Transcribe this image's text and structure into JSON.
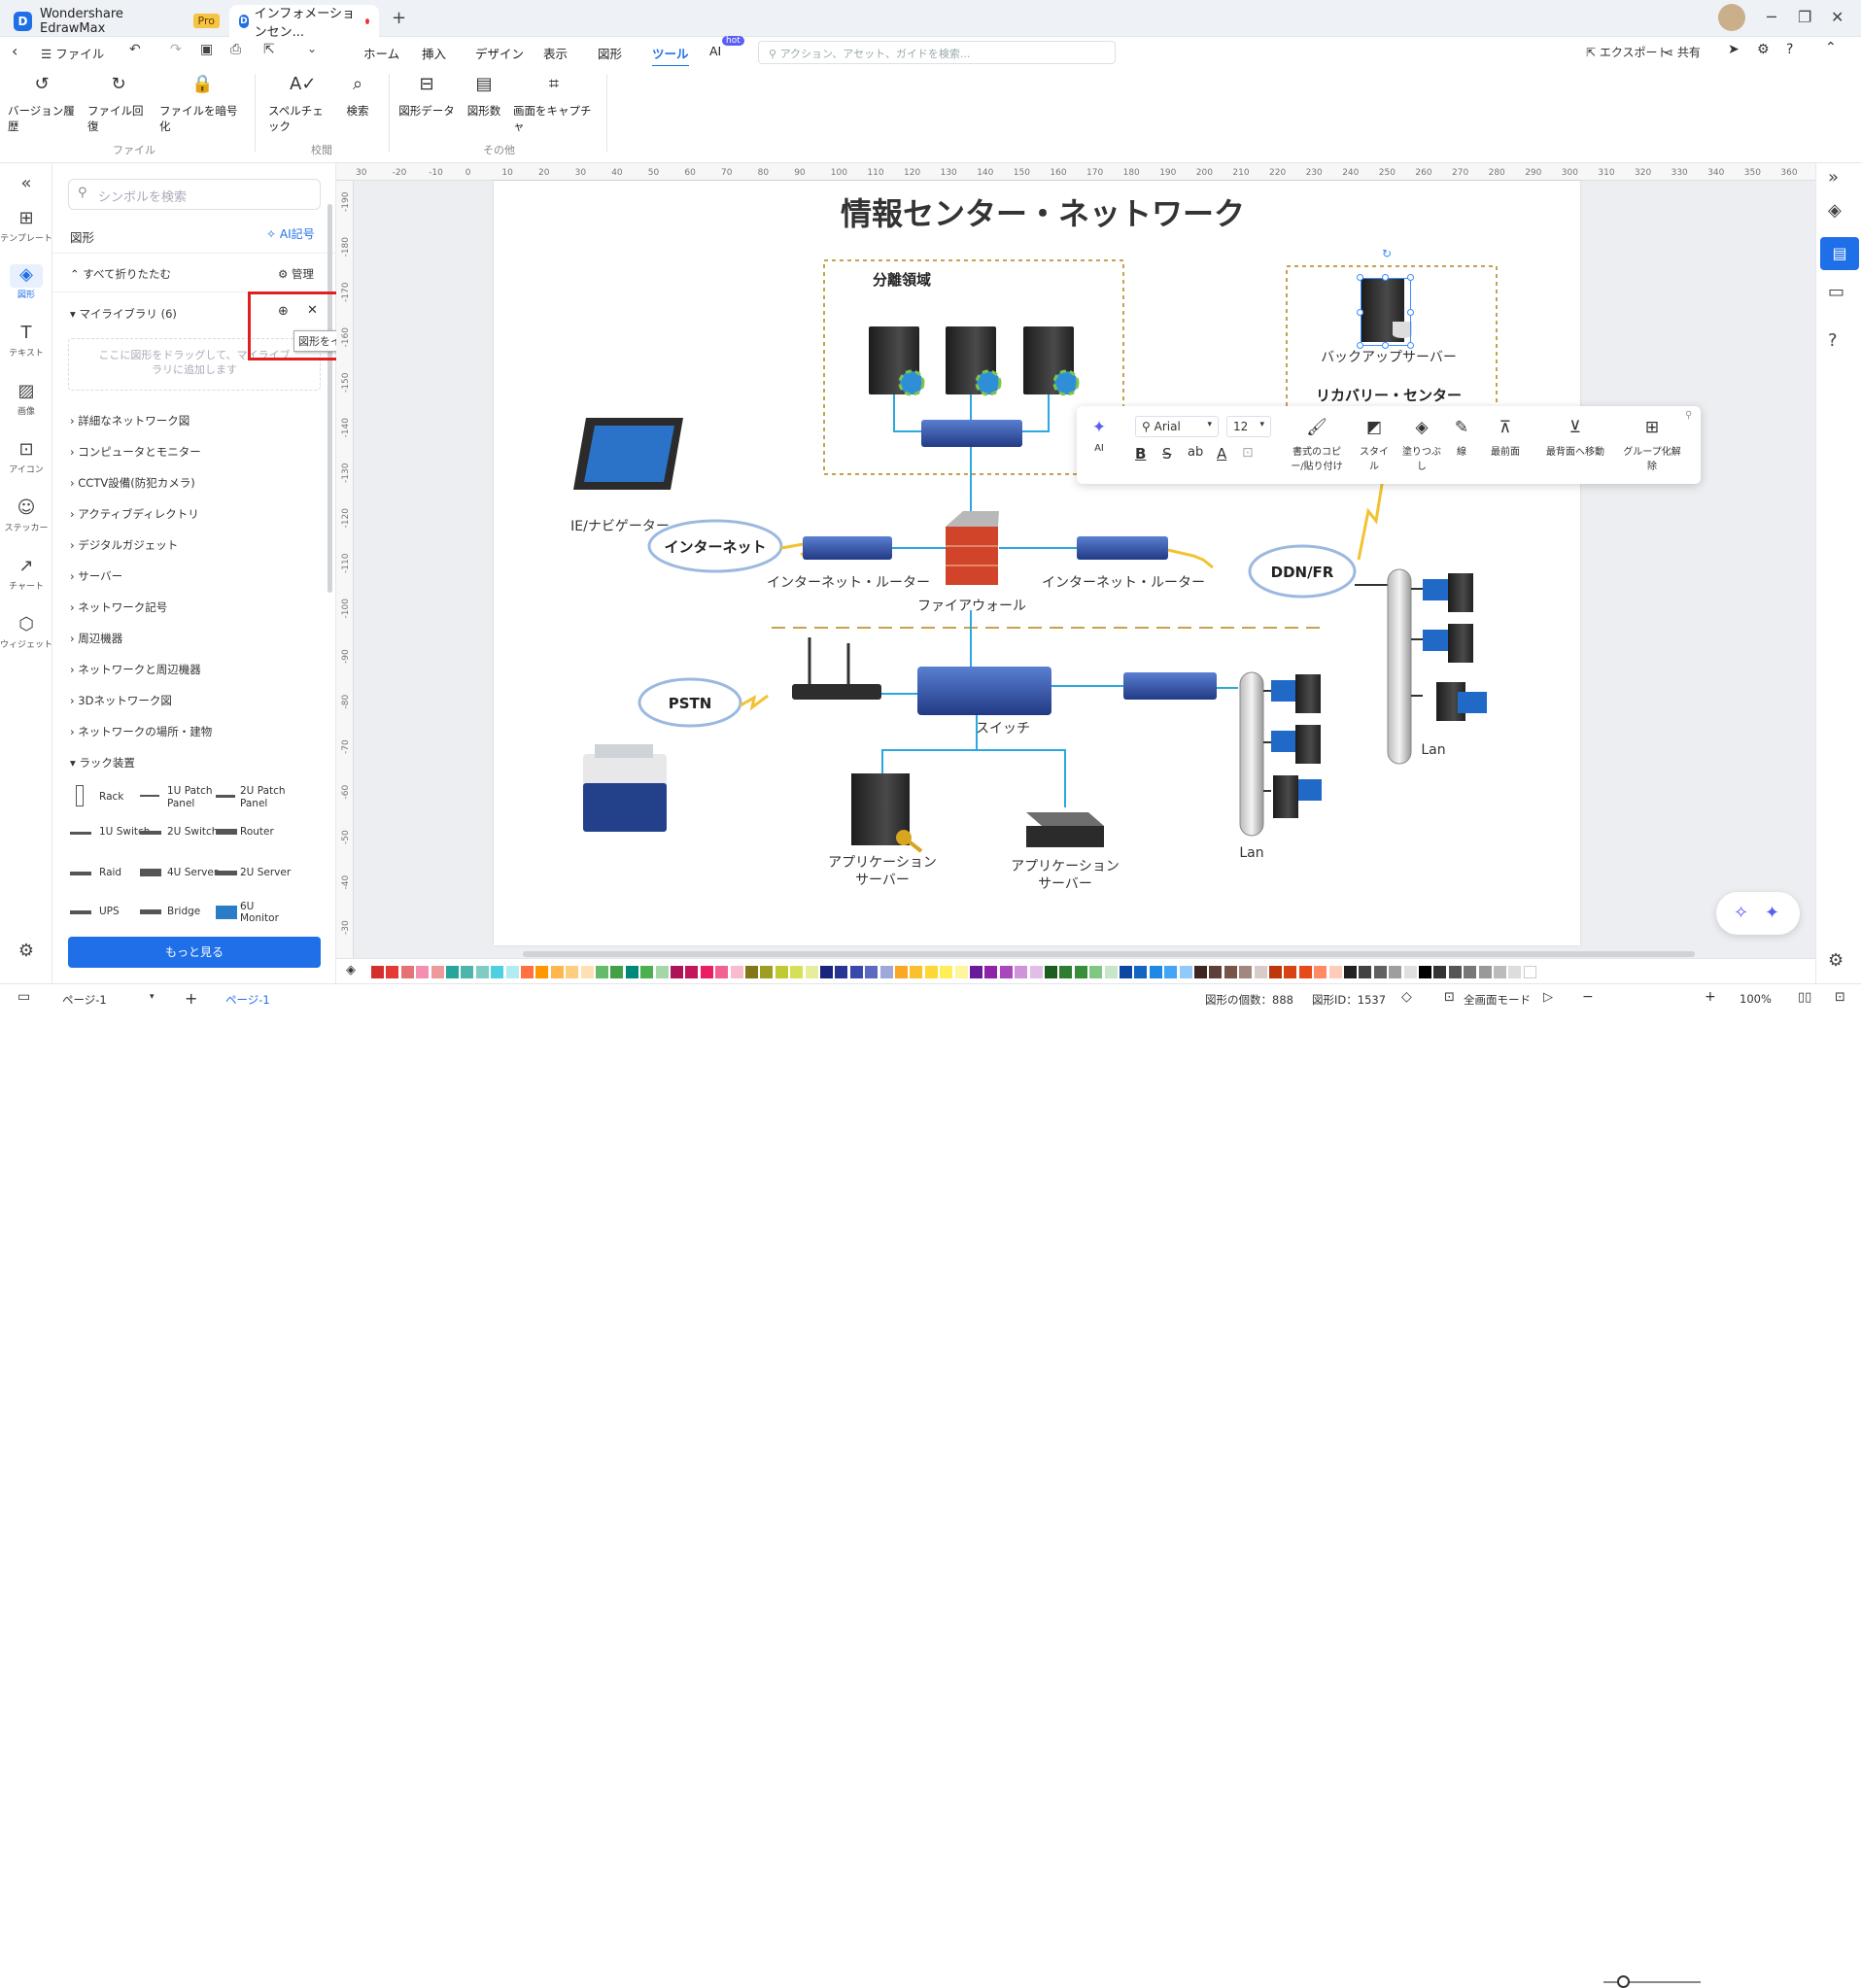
{
  "titlebar": {
    "app_name": "Wondershare EdrawMax",
    "pro_badge": "Pro",
    "doc_tab": "インフォメーションセン...",
    "new_tab": "+"
  },
  "menu": {
    "file": "ファイル",
    "items": [
      "ホーム",
      "挿入",
      "デザイン",
      "表示",
      "図形",
      "ツール",
      "AI"
    ],
    "active": "ツール",
    "hot": "hot",
    "search_placeholder": "アクション、アセット、ガイドを検索...",
    "export": "エクスポート",
    "share": "共有"
  },
  "ribbon": {
    "buttons": [
      "バージョン履歴",
      "ファイル回復",
      "ファイルを暗号化",
      "スペルチェック",
      "検索",
      "図形データ",
      "図形数",
      "画面をキャプチャ"
    ],
    "groups": [
      "ファイル",
      "校閲",
      "その他"
    ]
  },
  "leftrail": [
    "テンプレート",
    "図形",
    "テキスト",
    "画像",
    "アイコン",
    "ステッカー",
    "チャート",
    "ウィジェット"
  ],
  "panel": {
    "search_placeholder": "シンボルを検索",
    "title": "図形",
    "ai_label": "AI記号",
    "collapse_all": "すべて折りたたむ",
    "manage": "管理",
    "my_library": "マイライブラリ (6)",
    "drop_hint": "ここに図形をドラッグして、マイライブラリに追加します",
    "tooltip": "図形をインポート",
    "categories": [
      "詳細なネットワーク図",
      "コンピュータとモニター",
      "CCTV設備(防犯カメラ)",
      "アクティブディレクトリ",
      "デジタルガジェット",
      "サーバー",
      "ネットワーク記号",
      "周辺機器",
      "ネットワークと周辺機器",
      "3Dネットワーク図",
      "ネットワークの場所・建物",
      "ラック装置"
    ],
    "shapes": [
      [
        "Rack",
        "1U Patch Panel",
        "2U Patch Panel"
      ],
      [
        "1U Switch",
        "2U Switch",
        "Router"
      ],
      [
        "Raid",
        "4U Server",
        "2U Server"
      ],
      [
        "UPS",
        "Bridge",
        "6U Monitor"
      ]
    ],
    "more": "もっと見る"
  },
  "ruler_h": [
    "30",
    "-20",
    "-10",
    "0",
    "10",
    "20",
    "30",
    "40",
    "50",
    "60",
    "70",
    "80",
    "90",
    "100",
    "110",
    "120",
    "130",
    "140",
    "150",
    "160",
    "170",
    "180",
    "190",
    "200",
    "210",
    "220",
    "230",
    "240",
    "250",
    "260",
    "270",
    "280",
    "290",
    "300",
    "310",
    "320",
    "330",
    "340",
    "350",
    "360"
  ],
  "ruler_v": [
    "-190",
    "-180",
    "-170",
    "-160",
    "-150",
    "-140",
    "-130",
    "-120",
    "-110",
    "-100",
    "-90",
    "-80",
    "-70",
    "-60",
    "-50",
    "-40",
    "-30"
  ],
  "diagram": {
    "title": "情報センター・ネットワーク",
    "zone1": "分離領域",
    "backup_server": "バックアップサーバー",
    "recovery_center": "リカバリー・センター",
    "ie_navigator": "IE/ナビゲーター",
    "internet": "インターネット",
    "router_left": "インターネット・ルーター",
    "firewall": "ファイアウォール",
    "router_right": "インターネット・ルーター",
    "ddn": "DDN/FR",
    "pstn": "PSTN",
    "switch": "スイッチ",
    "app_server1": "アプリケーションサーバー",
    "app_server2": "アプリケーションサーバー",
    "lan1": "Lan",
    "lan2": "Lan"
  },
  "floatbar": {
    "ai": "AI",
    "font": "Arial",
    "size": "12",
    "format_painter": "書式のコピー/貼り付け",
    "style": "スタイル",
    "fill": "塗りつぶし",
    "line": "線",
    "front": "最前面",
    "back": "最背面へ移動",
    "ungroup": "グループ化解除"
  },
  "palette": [
    "#d32f2f",
    "#e53935",
    "#e57373",
    "#f48fb1",
    "#ef9a9a",
    "#26a69a",
    "#4db6ac",
    "#80cbc4",
    "#4dd0e1",
    "#b2ebf2",
    "#ff7043",
    "#ff9800",
    "#ffb74d",
    "#ffcc80",
    "#ffe0b2",
    "#66bb6a",
    "#43a047",
    "#00897b",
    "#4caf50",
    "#a5d6a7",
    "#ad1457",
    "#c2185b",
    "#e91e63",
    "#f06292",
    "#f8bbd0",
    "#827717",
    "#9e9d24",
    "#c0ca33",
    "#d4e157",
    "#e6ee9c",
    "#1a237e",
    "#283593",
    "#3949ab",
    "#5c6bc0",
    "#9fa8da",
    "#f9a825",
    "#fbc02d",
    "#fdd835",
    "#ffee58",
    "#fff59d",
    "#6a1b9a",
    "#8e24aa",
    "#ab47bc",
    "#ce93d8",
    "#e1bee7",
    "#1b5e20",
    "#2e7d32",
    "#388e3c",
    "#81c784",
    "#c8e6c9",
    "#0d47a1",
    "#1565c0",
    "#1e88e5",
    "#42a5f5",
    "#90caf9",
    "#3e2723",
    "#5d4037",
    "#795548",
    "#a1887f",
    "#d7ccc8",
    "#bf360c",
    "#d84315",
    "#e64a19",
    "#ff8a65",
    "#ffccbc",
    "#212121",
    "#424242",
    "#616161",
    "#9e9e9e",
    "#e0e0e0",
    "#000000",
    "#333333",
    "#555555",
    "#777777",
    "#999999",
    "#bbbbbb",
    "#dddddd",
    "#ffffff"
  ],
  "status": {
    "page_sel": "ページ-1",
    "page_tab": "ページ-1",
    "shape_count": "図形の個数：888",
    "shape_id": "図形ID：1537",
    "fullscreen": "全画面モード",
    "zoom": "100%"
  }
}
